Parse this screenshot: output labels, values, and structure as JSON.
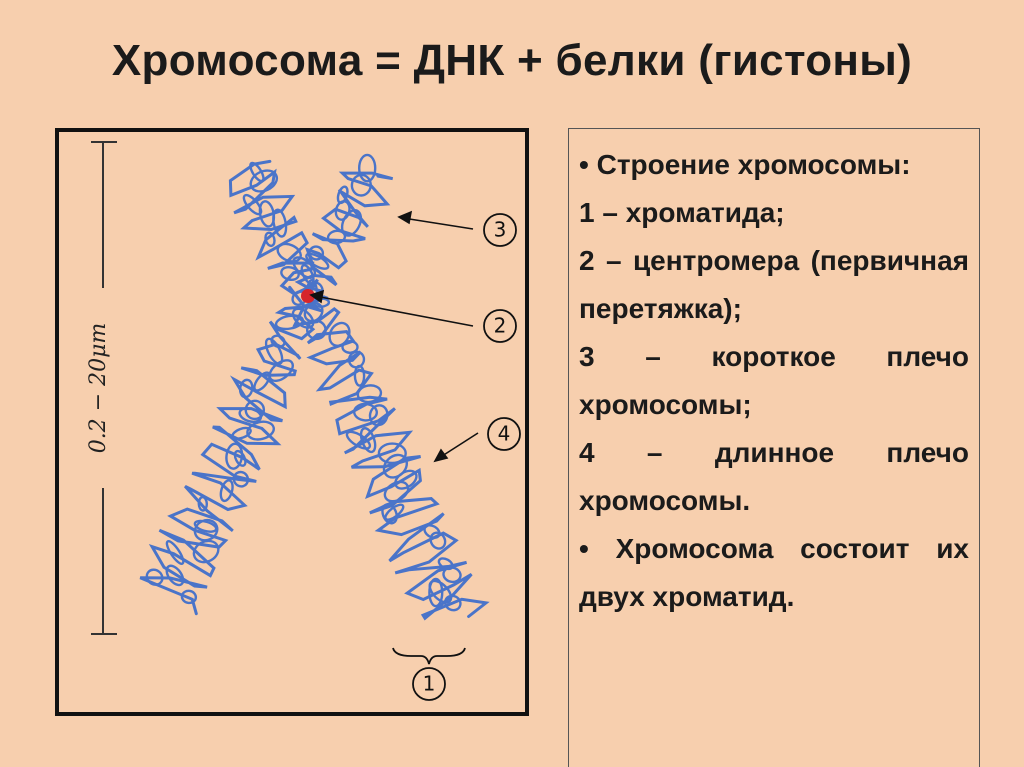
{
  "slide": {
    "title": "Хромосома = ДНК + белки (гистоны)"
  },
  "figure": {
    "scale_label": "0.2 − 20μm",
    "markers": [
      "1",
      "2",
      "3",
      "4"
    ],
    "colors": {
      "chromatin": "#4a74c9",
      "centromere": "#d6252c",
      "background": "#f7cfae"
    }
  },
  "text": {
    "items": [
      "Строение хромосомы:",
      "1 – хроматида;",
      "2 – центромера (первичная перетяжка);",
      "3 – короткое плечо хромосомы;",
      "4 – длинное плечо хромосомы.",
      "Хромосома состоит их двух хроматид."
    ]
  }
}
